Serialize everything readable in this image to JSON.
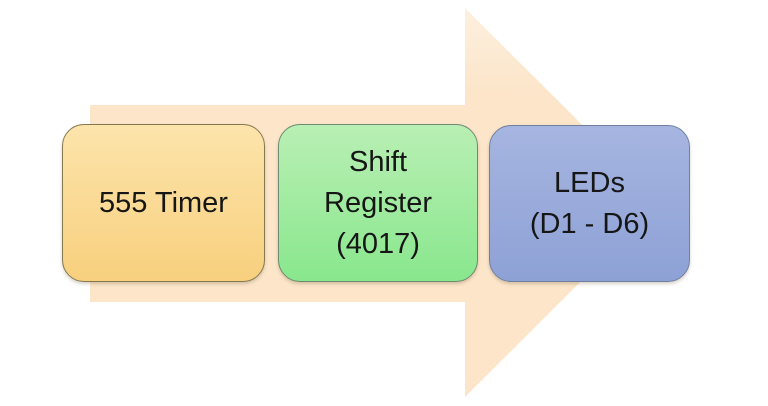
{
  "diagram": {
    "type": "process-flow",
    "background_color": "#ffffff",
    "arrow": {
      "description": "right-pointing block arrow behind nodes",
      "direction": "right",
      "color": "#fce5c9",
      "color_top": "#fdf0df"
    },
    "nodes": [
      {
        "id": "555-timer",
        "label": "555 Timer",
        "lines": [
          "555 Timer"
        ],
        "fill_top": "#fce4ab",
        "fill_bottom": "#f8d07e",
        "border": "#85794f",
        "text_color": "#161616"
      },
      {
        "id": "shift-register",
        "label": "Shift Register (4017)",
        "lines": [
          "Shift",
          "Register",
          "(4017)"
        ],
        "fill_top": "#b9efb4",
        "fill_bottom": "#89e78d",
        "border": "#6e8a70",
        "text_color": "#161616"
      },
      {
        "id": "leds",
        "label": "LEDs (D1 - D6)",
        "lines": [
          "LEDs",
          "(D1 - D6)"
        ],
        "fill_top": "#a6b5e0",
        "fill_bottom": "#8ea1d6",
        "border": "#71809f",
        "text_color": "#161616"
      }
    ]
  }
}
